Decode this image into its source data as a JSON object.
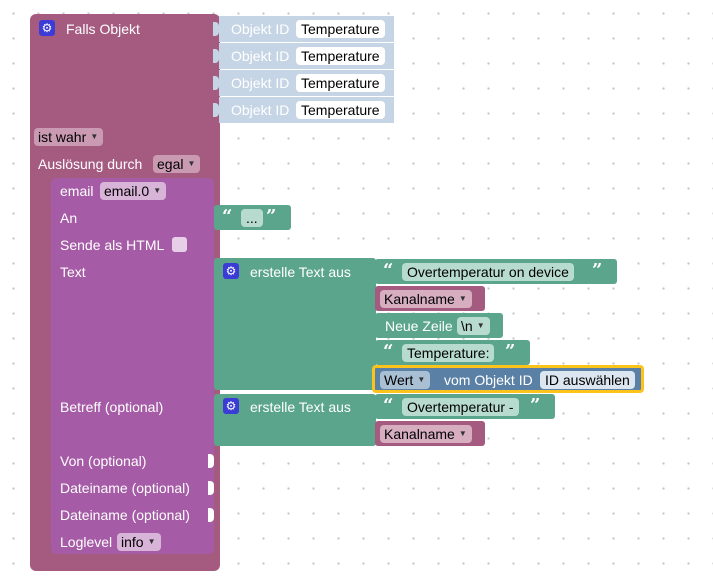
{
  "trigger": {
    "title": "Falls Objekt",
    "object_id_label": "Objekt ID",
    "object_ids": [
      "Temperature",
      "Temperature",
      "Temperature",
      "Temperature"
    ],
    "condition_value": "ist wahr",
    "trigger_by_label": "Auslösung durch",
    "trigger_by_value": "egal"
  },
  "email": {
    "label": "email",
    "instance": "email.0",
    "to_label": "An",
    "to_text": "...",
    "html_label": "Sende als HTML",
    "text_label": "Text",
    "subject_label": "Betreff (optional)",
    "from_label": "Von (optional)",
    "file1_label": "Dateiname (optional)",
    "file2_label": "Dateiname (optional)",
    "loglevel_label": "Loglevel",
    "loglevel_value": "info"
  },
  "text_join": {
    "label": "erstelle Text aus",
    "str1": "Overtemperatur on device",
    "channel_name": "Kanalname",
    "newline_label": "Neue Zeile",
    "newline_value": "\\n",
    "str2": "Temperature:",
    "value_label": "Wert",
    "value_from": "vom Objekt ID",
    "value_id": "ID auswählen"
  },
  "subject_join": {
    "label": "erstelle Text aus",
    "str1": "Overtemperatur -",
    "channel_name": "Kanalname"
  },
  "colors": {
    "trigger": "#a55b80",
    "email": "#a55ba5",
    "text": "#5ba58c",
    "channel": "#a55b80",
    "object": "#5b80a5",
    "object_shadow": "#c5d5e5",
    "highlight": "#fcc31c"
  },
  "icons": {
    "gear": "gear-icon",
    "dropdown": "dropdown-arrow-icon",
    "quote_open": "open-quote-icon",
    "quote_close": "close-quote-icon"
  }
}
